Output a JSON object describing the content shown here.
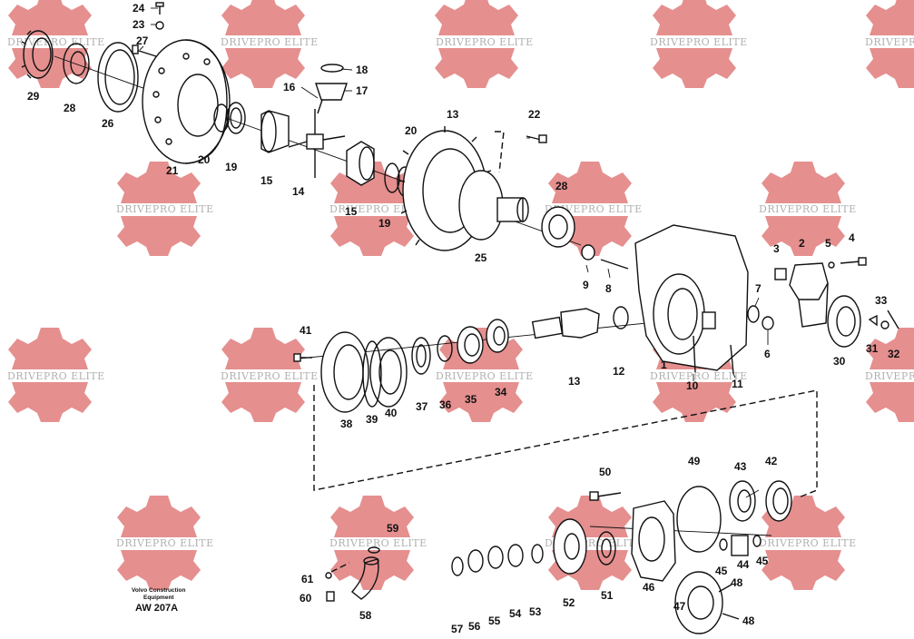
{
  "watermark": {
    "text": "DRIVEPRO ELITE",
    "color": "#e07b7b"
  },
  "caption": {
    "line1": "Volvo Construction",
    "line2": "Equipment",
    "code": "AW 207A"
  },
  "labels": {
    "n1": "1",
    "n2": "2",
    "n3": "3",
    "n4": "4",
    "n5": "5",
    "n6": "6",
    "n7": "7",
    "n8": "8",
    "n9": "9",
    "n10": "10",
    "n11": "11",
    "n12": "12",
    "n13": "13",
    "n14": "14",
    "n15": "15",
    "n16": "16",
    "n17": "17",
    "n18": "18",
    "n19": "19",
    "n20": "20",
    "n21": "21",
    "n22": "22",
    "n23": "23",
    "n24": "24",
    "n25": "25",
    "n26": "26",
    "n27": "27",
    "n28": "28",
    "n29": "29",
    "n30": "30",
    "n31": "31",
    "n32": "32",
    "n33": "33",
    "n34": "34",
    "n35": "35",
    "n36": "36",
    "n37": "37",
    "n38": "38",
    "n39": "39",
    "n40": "40",
    "n41": "41",
    "n42": "42",
    "n43": "43",
    "n44": "44",
    "n45": "45",
    "n46": "46",
    "n47": "47",
    "n48": "48",
    "n49": "49",
    "n50": "50",
    "n51": "51",
    "n52": "52",
    "n53": "53",
    "n54": "54",
    "n55": "55",
    "n56": "56",
    "n57": "57",
    "n58": "58",
    "n59": "59",
    "n60": "60",
    "n61": "61"
  }
}
